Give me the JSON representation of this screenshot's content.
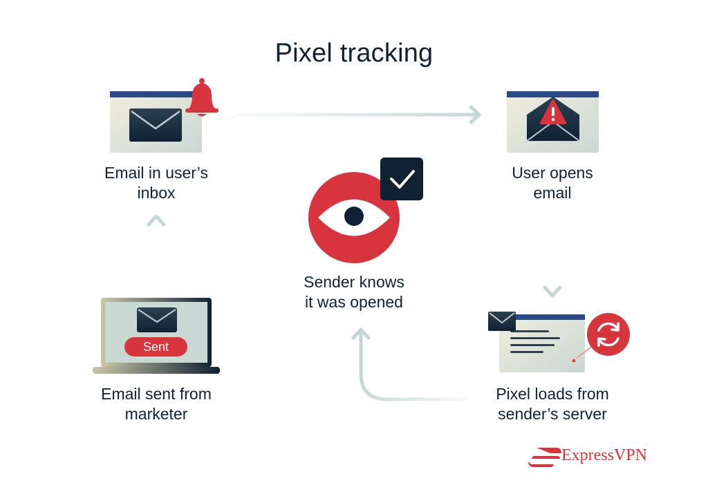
{
  "title": "Pixel tracking",
  "steps": [
    {
      "line1": "Email in user’s",
      "line2": "inbox"
    },
    {
      "line1": "User opens",
      "line2": "email"
    },
    {
      "line1": "Sender knows",
      "line2": "it was opened"
    },
    {
      "line1": "Pixel loads from",
      "line2": "sender’s server"
    },
    {
      "line1": "Email sent from",
      "line2": "marketer"
    }
  ],
  "sent_label": "Sent",
  "brand": "ExpressVPN",
  "icons": [
    "envelope-icon",
    "bell-icon",
    "open-envelope-icon",
    "warning-icon",
    "eye-icon",
    "checkmark-icon",
    "refresh-icon",
    "laptop-icon",
    "expressvpn-logo-icon"
  ],
  "colors": {
    "red": "#d8343e",
    "navy": "#0f2233",
    "arrow": "#c5d6d6",
    "window": "#dfe3d8",
    "titlebar": "#2a4a8a"
  }
}
